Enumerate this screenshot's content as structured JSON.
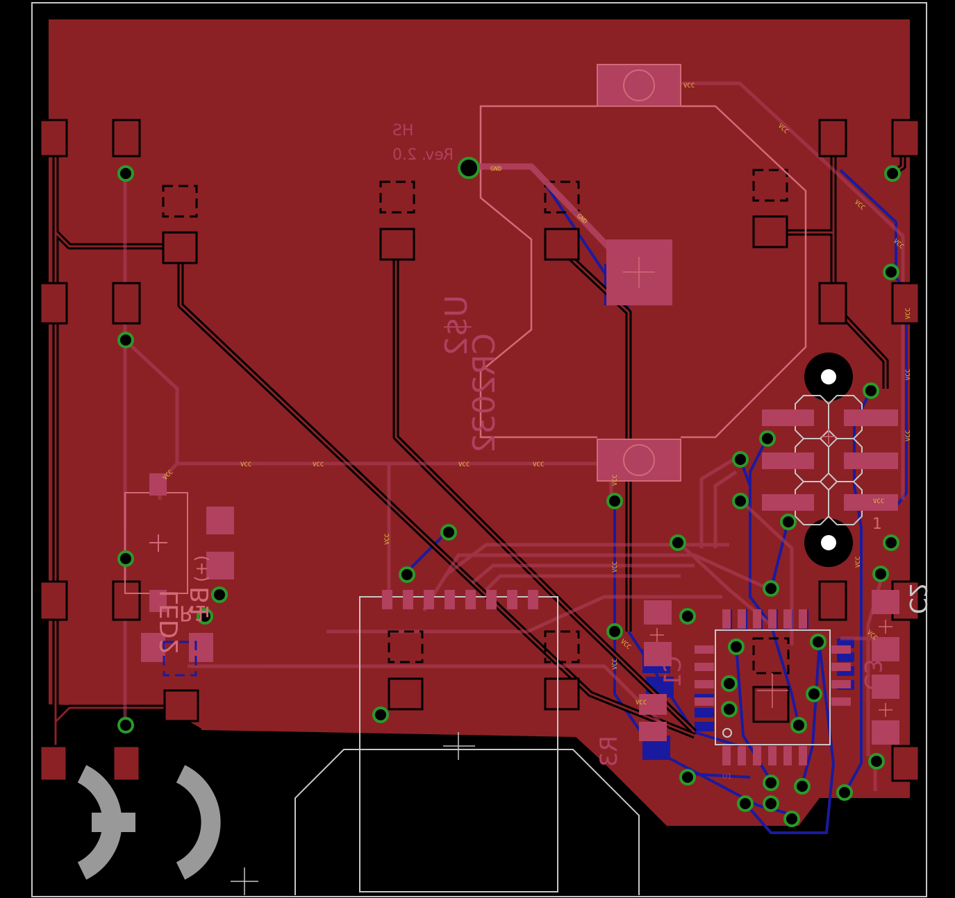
{
  "colors": {
    "background": "#000000",
    "copper_top": "#8b2125",
    "copper_top_trace": "#992a3a",
    "copper_bottom": "#1a1aa0",
    "silkscreen": "#d26a78",
    "outline": "#c8c8c8",
    "via": "#2a9a2a",
    "net_label": "#e0c040",
    "pad_highlight": "#b2405f",
    "mark_gray": "#999999"
  },
  "board_text": {
    "project": "HS",
    "revision": "Rev. 2.0",
    "battery_ref": "U$2",
    "battery_part": "CR2032",
    "led_ref": "LED2",
    "r1": "R1",
    "b1": "B1",
    "c1": "C1",
    "c2": "C2",
    "c3": "C3",
    "r3": "R3",
    "u1": "U1",
    "pin1": "1",
    "polarity": "(+)"
  },
  "nets": {
    "gnd": "GND",
    "vcc": "VCC"
  }
}
